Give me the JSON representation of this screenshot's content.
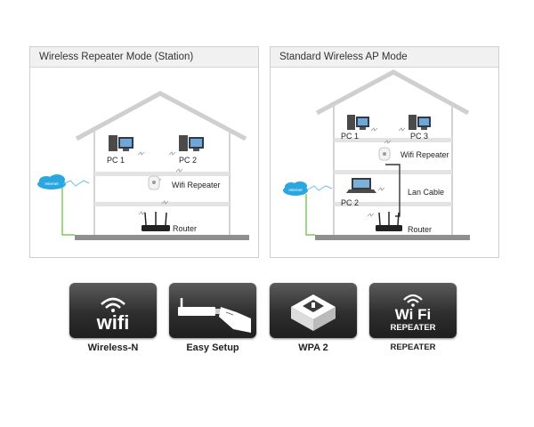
{
  "panels": {
    "left": {
      "title": "Wireless Repeater Mode (Station)",
      "cloud": "Internet",
      "pc1": "PC 1",
      "pc2": "PC 2",
      "repeater": "Wifi Repeater",
      "router": "Router"
    },
    "right": {
      "title": "Standard Wireless AP Mode",
      "cloud": "Internet",
      "pc1": "PC 1",
      "pc3": "PC 3",
      "repeater": "Wifi Repeater",
      "pc2": "PC 2",
      "lan": "Lan Cable",
      "router": "Router"
    }
  },
  "features": [
    {
      "caption": "Wireless-N",
      "icon": "wifi-logo-icon",
      "icon_text": "wifi"
    },
    {
      "caption": "Easy Setup",
      "icon": "plug-in-hand-icon"
    },
    {
      "caption": "WPA 2",
      "icon": "security-box-icon"
    },
    {
      "caption": "REPEATER",
      "icon": "wifi-repeater-logo-icon",
      "icon_text_top": "Wi Fi",
      "icon_text_bottom": "REPEATER"
    }
  ],
  "colors": {
    "cloud": "#2aa7e0",
    "cable": "#5fbf3a",
    "feature_bg": "#2e2e2e"
  }
}
